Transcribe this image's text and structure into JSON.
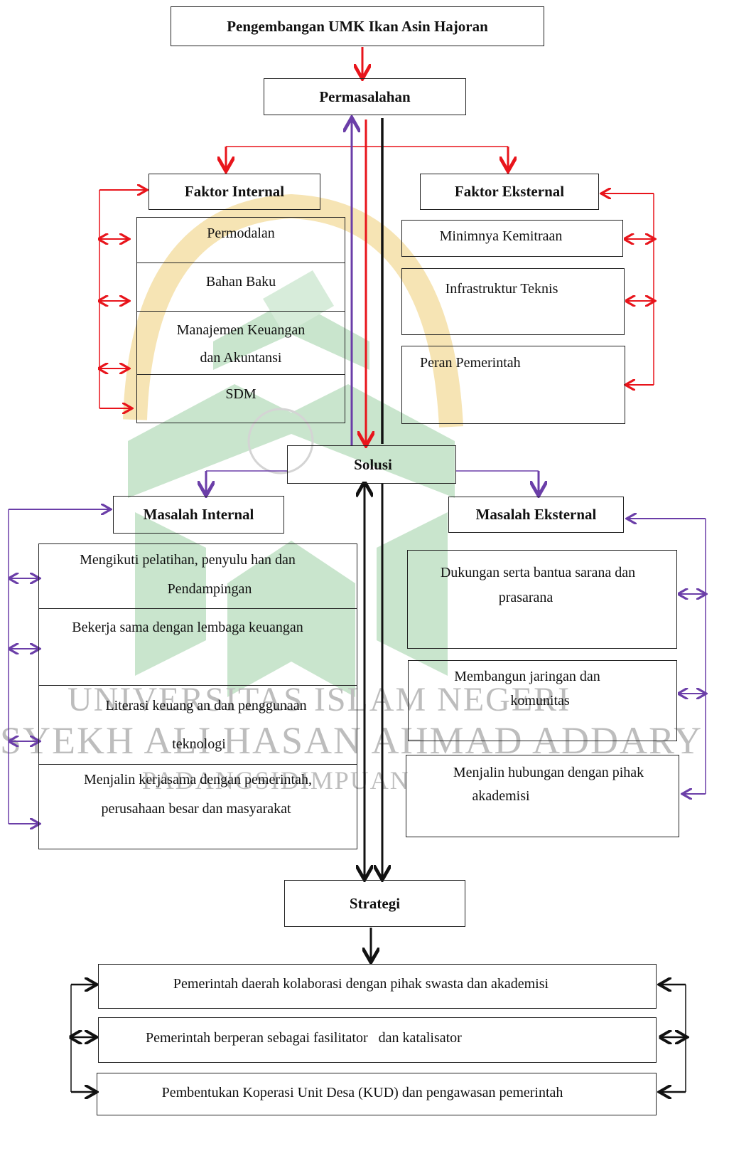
{
  "diagram": {
    "title": "Pengembangan UMK Ikan Asin Hajoran",
    "problem": "Permasalahan",
    "internal_factor": {
      "title": "Faktor Internal",
      "items": [
        "Permodalan",
        "Bahan Baku",
        "Manajemen Keuangan",
        "dan Akuntansi",
        "SDM"
      ]
    },
    "external_factor": {
      "title": "Faktor Eksternal",
      "items": [
        "Minimnya Kemitraan",
        "Infrastruktur Teknis",
        "Peran Pemerintah"
      ]
    },
    "solution": "Solusi",
    "internal_problem": {
      "title": "Masalah Internal",
      "items": [
        "Mengikuti pelatihan, penyulu han dan",
        "Pendampingan",
        "Bekerja sama dengan lembaga keuangan",
        "Literasi keuang an dan penggunaan",
        "teknologi",
        "Menjalin kerjasama dengan pemerintah,",
        "perusahaan besar dan masyarakat"
      ]
    },
    "external_problem": {
      "title": "Masalah Eksternal",
      "items": [
        "Dukungan serta bantua sarana dan",
        "prasarana",
        "Membangun jaringan dan",
        "komunitas",
        "Menjalin hubungan dengan pihak",
        "akademisi"
      ]
    },
    "strategy": {
      "title": "Strategi",
      "items": [
        "Pemerintah daerah kolaborasi dengan pihak swasta dan akademisi",
        "Pemerintah berperan sebagai fasilitator   dan katalisator",
        "Pembentukan Koperasi Unit Desa (KUD) dan pengawasan pemerintah"
      ]
    }
  },
  "watermark": {
    "line1": "UNIVERSITAS ISLAM NEGERI",
    "line2": "SYEKH ALI HASAN AHMAD ADDARY",
    "line3": "PADANGSIDIMPUAN"
  },
  "colors": {
    "red": "#e8141b",
    "purple": "#6b3ea8",
    "black": "#111111",
    "watermark_green": "#c9e5cd",
    "watermark_gold": "#f6e4b4"
  }
}
